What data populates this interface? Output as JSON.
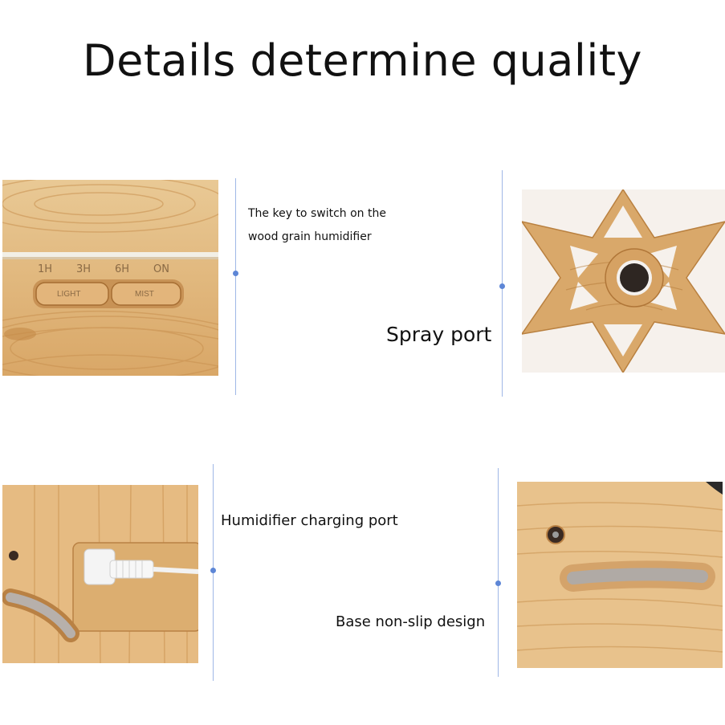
{
  "title": "Details determine quality",
  "panels": {
    "top_left": {
      "caption_line1": "The key to switch on the",
      "caption_line2": "wood grain humidifier",
      "indicator_labels": [
        "1H",
        "3H",
        "6H",
        "ON"
      ],
      "button_labels": [
        "LIGHT",
        "MIST"
      ]
    },
    "top_right": {
      "caption": "Spray port"
    },
    "bottom_left": {
      "caption": "Humidifier charging port"
    },
    "bottom_right": {
      "caption": "Base non-slip design"
    }
  },
  "colors": {
    "wood_light": "#e8c48e",
    "wood_dark": "#c9914f",
    "accent_line": "#9fb7e6",
    "dot": "#5d86d6"
  }
}
